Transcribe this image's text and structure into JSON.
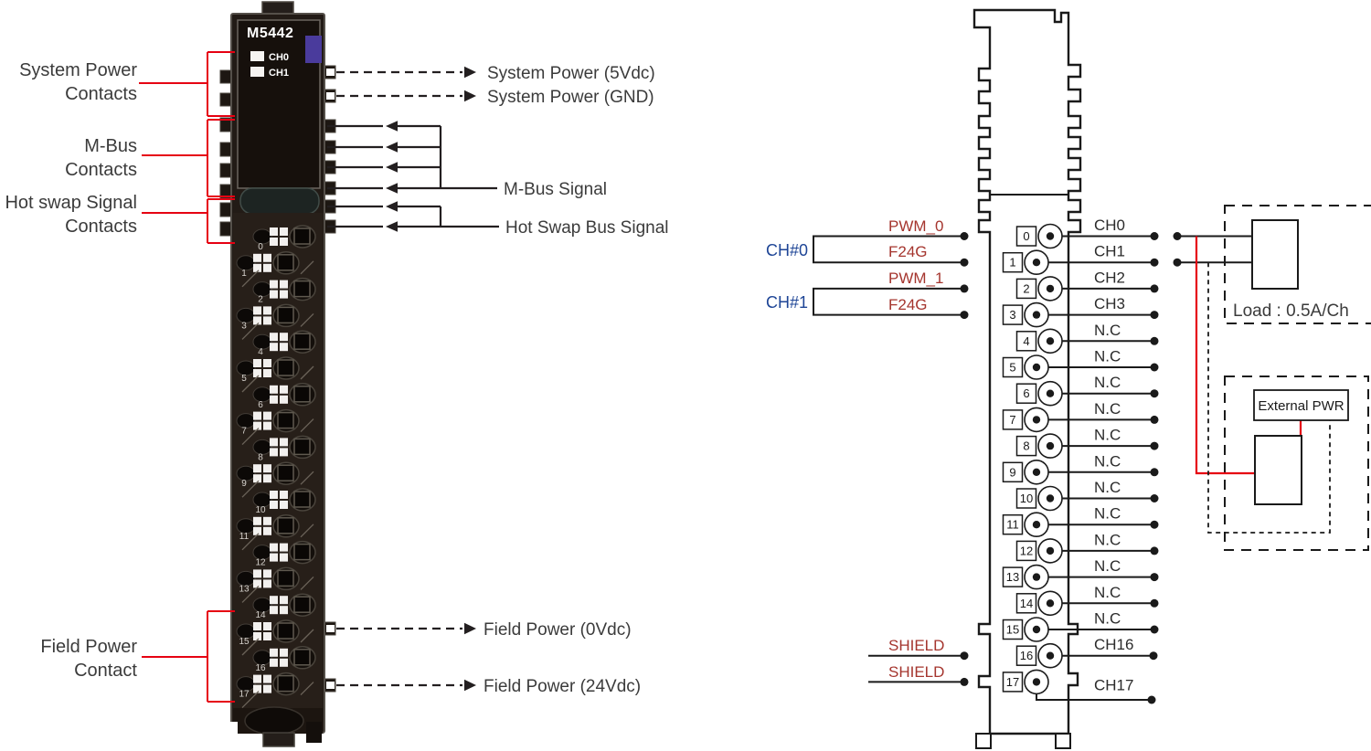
{
  "colors": {
    "red": "#e60012",
    "signal_red": "#a5352e",
    "channel_blue": "#1e4596",
    "line_black": "#231f20",
    "text_dark": "#3b3b3b",
    "module_purple": "#4a3b9c"
  },
  "left_diagram": {
    "module_model": "M5442",
    "led_labels": [
      "CH0",
      "CH1"
    ],
    "terminal_numbers": [
      "0",
      "1",
      "2",
      "3",
      "4",
      "5",
      "6",
      "7",
      "8",
      "9",
      "10",
      "11",
      "12",
      "13",
      "14",
      "15",
      "16",
      "17"
    ],
    "callouts": {
      "system_power": [
        "System Power",
        "Contacts"
      ],
      "m_bus": [
        "M-Bus",
        "Contacts"
      ],
      "hot_swap": [
        "Hot swap Signal",
        "Contacts"
      ],
      "field_power": [
        "Field Power",
        "Contact"
      ]
    },
    "signals": {
      "system_power_5vdc": "System Power (5Vdc)",
      "system_power_gnd": "System Power (GND)",
      "m_bus_signal": "M-Bus Signal",
      "hot_swap_bus_signal": "Hot Swap Bus Signal",
      "field_power_0vdc": "Field Power (0Vdc)",
      "field_power_24vdc": "Field Power (24Vdc)"
    }
  },
  "right_diagram": {
    "channel_groups": [
      {
        "name": "CH#0",
        "signals": [
          "PWM_0",
          "F24G"
        ]
      },
      {
        "name": "CH#1",
        "signals": [
          "PWM_1",
          "F24G"
        ]
      }
    ],
    "shield_labels": [
      "SHIELD",
      "SHIELD"
    ],
    "terminals": [
      {
        "pin": "0",
        "label": "CH0"
      },
      {
        "pin": "1",
        "label": "CH1"
      },
      {
        "pin": "2",
        "label": "CH2"
      },
      {
        "pin": "3",
        "label": "CH3"
      },
      {
        "pin": "4",
        "label": "N.C"
      },
      {
        "pin": "5",
        "label": "N.C"
      },
      {
        "pin": "6",
        "label": "N.C"
      },
      {
        "pin": "7",
        "label": "N.C"
      },
      {
        "pin": "8",
        "label": "N.C"
      },
      {
        "pin": "9",
        "label": "N.C"
      },
      {
        "pin": "10",
        "label": "N.C"
      },
      {
        "pin": "11",
        "label": "N.C"
      },
      {
        "pin": "12",
        "label": "N.C"
      },
      {
        "pin": "13",
        "label": "N.C"
      },
      {
        "pin": "14",
        "label": "N.C"
      },
      {
        "pin": "15",
        "label": "N.C"
      },
      {
        "pin": "16",
        "label": "CH16"
      },
      {
        "pin": "17",
        "label": "CH17"
      }
    ],
    "load_label": "Load : 0.5A/Ch",
    "external_pwr_label": "External PWR"
  }
}
